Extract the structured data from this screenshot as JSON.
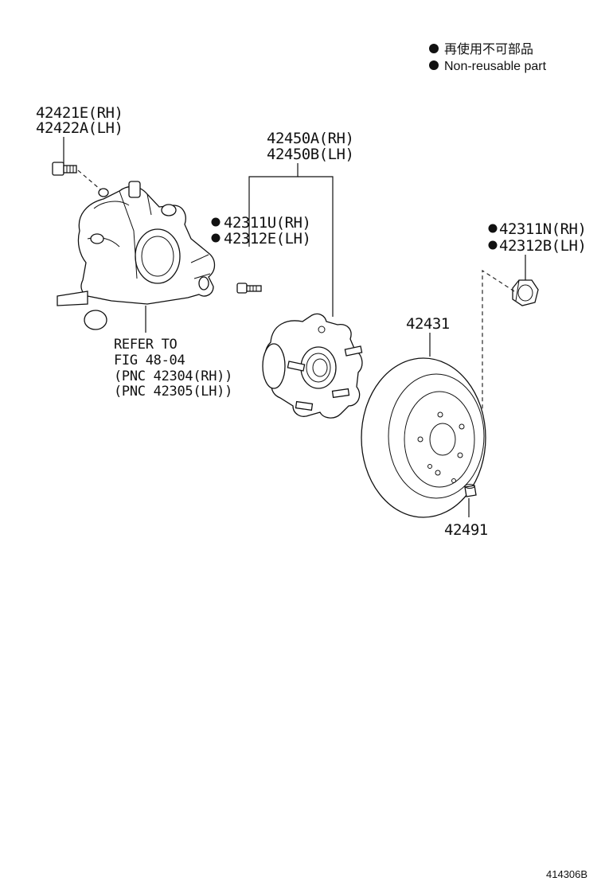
{
  "legend": {
    "line1": "再使用不可部品",
    "line2": "Non-reusable part"
  },
  "parts": {
    "bolt": {
      "line1": "42421E(RH)",
      "line2": "42422A(LH)"
    },
    "hub": {
      "line1": "42450A(RH)",
      "line2": "42450B(LH)"
    },
    "hub_bolt": {
      "line1": "42311U(RH)",
      "line2": "42312E(LH)",
      "non_reusable": true
    },
    "nut": {
      "line1": "42311N(RH)",
      "line2": "42312B(LH)",
      "non_reusable": true
    },
    "disc": {
      "label": "42431"
    },
    "plug": {
      "label": "42491"
    }
  },
  "refer": {
    "line1": "REFER TO",
    "line2": "FIG 48-04",
    "line3": "(PNC 42304(RH))",
    "line4": "(PNC 42305(LH))"
  },
  "diagram_code": "414306B",
  "icons": [
    "non-reusable-dot-icon"
  ]
}
